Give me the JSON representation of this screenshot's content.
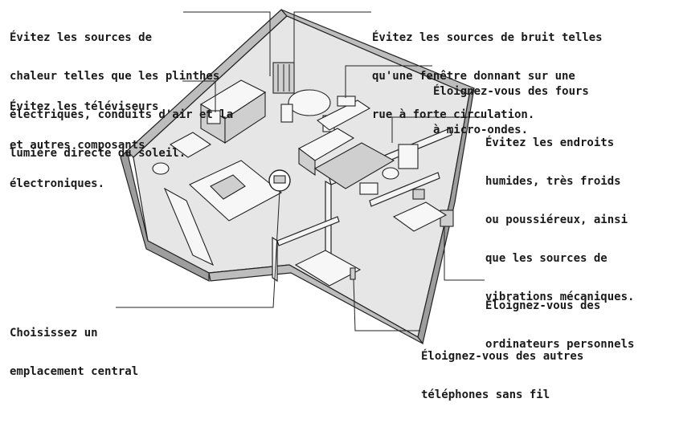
{
  "callouts": [
    {
      "id": "heat",
      "lines": [
        "Évitez les sources de",
        "chaleur telles que les plinthes",
        "électriques, conduits d'air et la",
        "lumière directe du soleil."
      ]
    },
    {
      "id": "tv",
      "lines": [
        "Évitez les téléviseurs",
        "et autres composants",
        "électroniques."
      ]
    },
    {
      "id": "central",
      "lines": [
        "Choisissez un",
        "emplacement central"
      ]
    },
    {
      "id": "noise",
      "lines": [
        "Évitez les sources de bruit telles",
        "qu'une fenêtre donnant sur une",
        "rue à forte circulation."
      ]
    },
    {
      "id": "microwave",
      "lines": [
        "Éloignez-vous des fours",
        "à micro-ondes."
      ]
    },
    {
      "id": "humid",
      "lines": [
        "Évitez les endroits",
        "humides, très froids",
        "ou poussiéreux, ainsi",
        "que les sources de",
        "vibrations mécaniques."
      ]
    },
    {
      "id": "computers",
      "lines": [
        "Éloignez-vous des",
        "ordinateurs personnels"
      ]
    },
    {
      "id": "cordless",
      "lines": [
        "Éloignez-vous des autres",
        "téléphones sans fil"
      ]
    }
  ]
}
